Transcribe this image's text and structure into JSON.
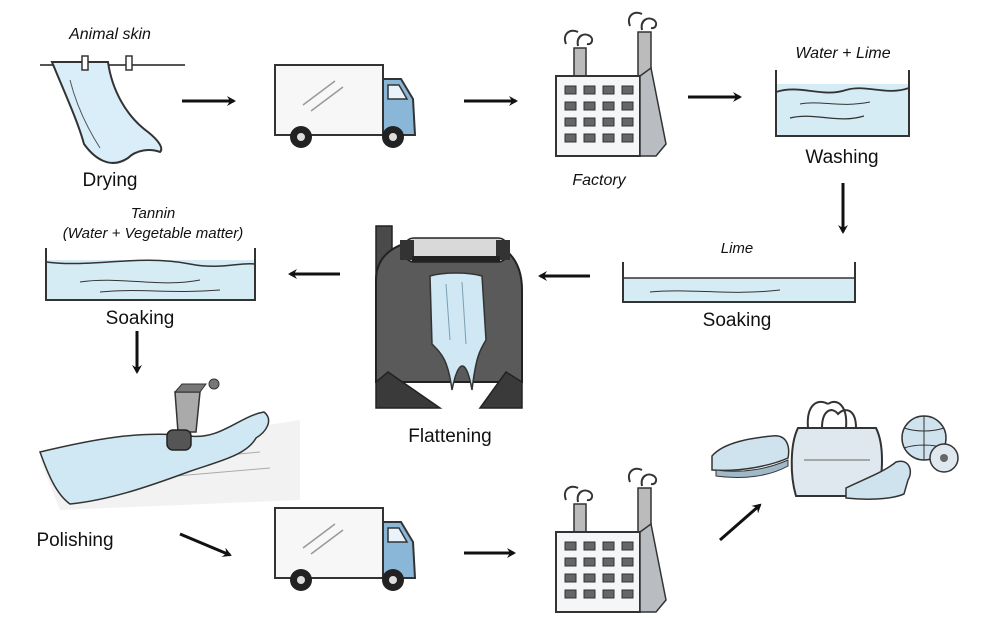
{
  "labels": {
    "animal_skin": "Animal skin",
    "drying": "Drying",
    "factory": "Factory",
    "water_lime": "Water + Lime",
    "washing": "Washing",
    "lime": "Lime",
    "soaking_lime": "Soaking",
    "tannin": "Tannin",
    "tannin_detail": "(Water + Vegetable matter)",
    "soaking_tannin": "Soaking",
    "flattening": "Flattening",
    "polishing": "Polishing"
  },
  "colors": {
    "water": "#d6ecf4",
    "truck_cab": "#8ab6d8",
    "factory_windows": "#666666",
    "factory_walls": "#f4f6f8",
    "machine_dark": "#4a4a4a",
    "products": "#cfe3ef"
  }
}
